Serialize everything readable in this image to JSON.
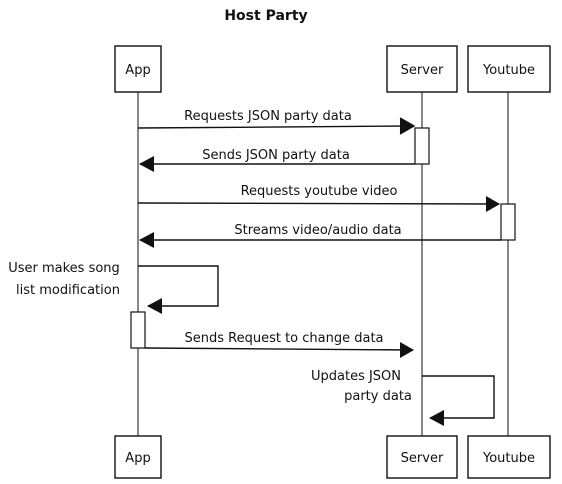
{
  "title": "Host Party",
  "participants": {
    "app": "App",
    "server": "Server",
    "youtube": "Youtube"
  },
  "messages": {
    "m1": "Requests JSON party data",
    "m2": "Sends JSON party data",
    "m3": "Requests youtube video",
    "m4": "Streams video/audio data",
    "m5_line1": "User makes song",
    "m5_line2": "list modification",
    "m6": "Sends Request to change data",
    "m7_line1": "Updates JSON",
    "m7_line2": "party data"
  }
}
